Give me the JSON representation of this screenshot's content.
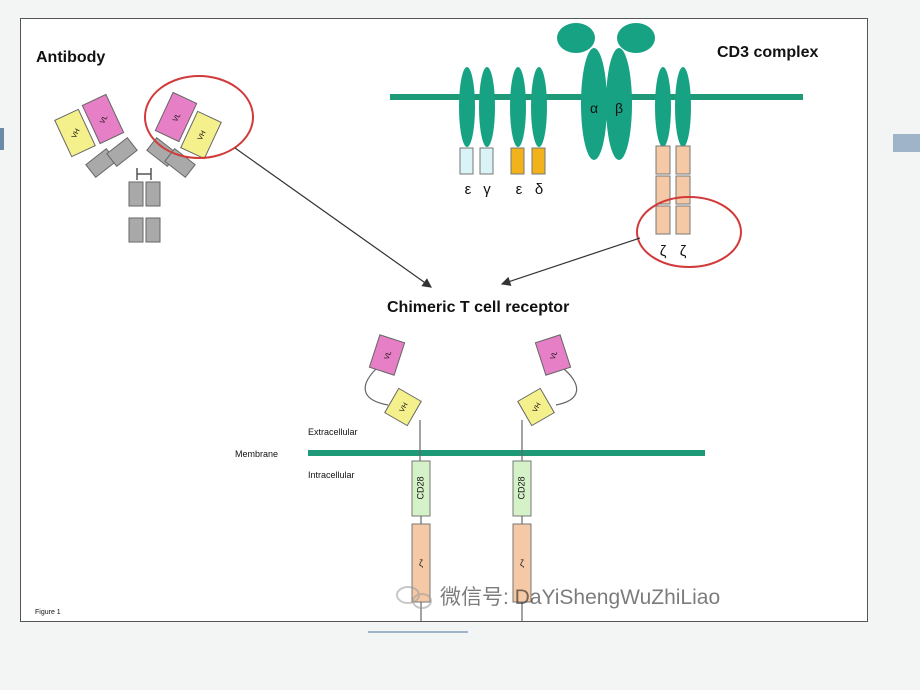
{
  "labels": {
    "antibody": "Antibody",
    "cd3_complex": "CD3 complex",
    "chimeric_tcr": "Chimeric T cell receptor",
    "extracellular": "Extracellular",
    "membrane": "Membrane",
    "intracellular": "Intracellular",
    "figure": "Figure 1"
  },
  "domains": {
    "vh": "VH",
    "vl": "VL",
    "cd28": "CD28",
    "zeta": "ζ"
  },
  "cd3_chains": {
    "epsilon": "ε",
    "gamma": "γ",
    "delta": "δ",
    "alpha": "α",
    "beta": "β",
    "zeta": "ζ"
  },
  "watermark": "微信号: DaYiShengWuZhiLiao",
  "colors": {
    "membrane": "#1f9a78",
    "chain": "#17a383",
    "vl": "#e77fc6",
    "vh": "#f4f08b",
    "constant": "#a9a9a9",
    "epsilon_gamma": "#d9f3f6",
    "epsilon_delta": "#f2b21a",
    "zeta": "#f5c9a5",
    "cd28": "#d4f1c8",
    "highlight": "#d23a3a"
  }
}
